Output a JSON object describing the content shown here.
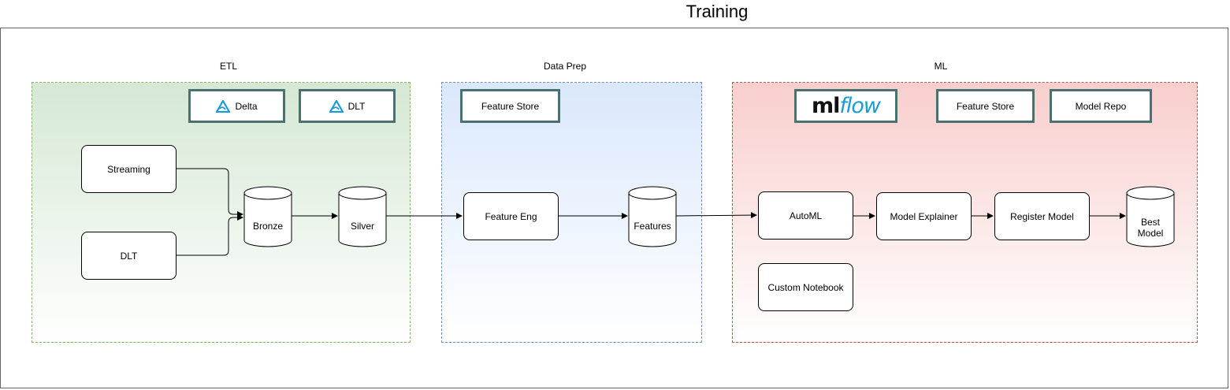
{
  "title": "Training",
  "sections": {
    "etl": "ETL",
    "prep": "Data Prep",
    "ml": "ML"
  },
  "tools": {
    "delta": "Delta",
    "dlt": "DLT",
    "prep_feature_store": "Feature Store",
    "mlflow_ml": "ml",
    "mlflow_flow": "flow",
    "ml_feature_store": "Feature Store",
    "model_repo": "Model Repo"
  },
  "nodes": {
    "streaming": "Streaming",
    "dlt": "DLT",
    "bronze": "Bronze",
    "silver": "Silver",
    "feature_eng": "Feature Eng",
    "features": "Features",
    "automl": "AutoML",
    "custom_notebook": "Custom Notebook",
    "model_explainer": "Model Explainer",
    "register_model": "Register Model",
    "best_model_line1": "Best",
    "best_model_line2": "Model"
  },
  "colors": {
    "etl_fill": "#d5e8d4",
    "etl_border": "#82b366",
    "prep_fill": "#dae8fc",
    "prep_border": "#6c8ebf",
    "ml_fill": "#f8cecc",
    "ml_border": "#b85450",
    "tool_border": "#4a7170",
    "delta_icon": "#1a9bd7",
    "mlflow_accent": "#1a9bd7"
  },
  "icons": {
    "delta": "delta-lake-icon",
    "dlt": "delta-lake-icon"
  }
}
